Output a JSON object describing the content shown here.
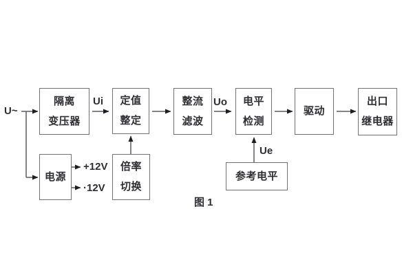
{
  "figure": {
    "caption": "图 1",
    "colors": {
      "line": "#5a5a60",
      "arrowhead": "#1e1e24",
      "text": "#2d2d33",
      "background": "#ffffff"
    }
  },
  "labels": {
    "input": "U~",
    "ui": "Ui",
    "uo": "Uo",
    "ue": "Ue",
    "plus12": "+12V",
    "minus12": "·12V"
  },
  "blocks": {
    "isolation_transformer": {
      "line1": "隔离",
      "line2": "变压器"
    },
    "value_setting": {
      "line1": "定值",
      "line2": "整定"
    },
    "rectifier_filter": {
      "line1": "整流",
      "line2": "滤波"
    },
    "level_detection": {
      "line1": "电平",
      "line2": "检测"
    },
    "driver": {
      "label": "驱动"
    },
    "output_relay": {
      "line1": "出口",
      "line2": "继电器"
    },
    "power_supply": {
      "label": "电源"
    },
    "ratio_switch": {
      "line1": "倍率",
      "line2": "切换"
    },
    "reference_level": {
      "label": "参考电平"
    }
  }
}
